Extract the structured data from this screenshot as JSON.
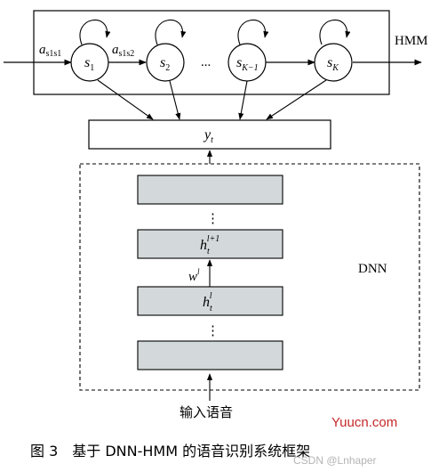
{
  "hmm": {
    "label": "HMM",
    "states": [
      {
        "base": "s",
        "sub": "1"
      },
      {
        "base": "s",
        "sub": "2"
      },
      {
        "base": "s",
        "sub": "K−1"
      },
      {
        "base": "s",
        "sub": "K"
      }
    ],
    "ellipsis": "...",
    "transitions": [
      {
        "base": "a",
        "sub": "s1s1"
      },
      {
        "base": "a",
        "sub": "s1s2"
      }
    ]
  },
  "output": {
    "base": "y",
    "sub": "t"
  },
  "dnn": {
    "label": "DNN",
    "layers": [
      {
        "base": "h",
        "sub": "t",
        "sup": "l+1"
      },
      {
        "base": "h",
        "sub": "t",
        "sup": "l"
      }
    ],
    "ellipsis_top": "⋮",
    "ellipsis_bottom": "⋮",
    "weight": {
      "base": "w",
      "sup": "l"
    }
  },
  "input_label": "输入语音",
  "caption": "图 3　基于 DNN-HMM 的语音识别系统框架",
  "watermarks": {
    "site": "Yuucn.com",
    "csdn": "CSDN @Lnhaper"
  },
  "colors": {
    "layer_fill": "#d3d9db",
    "stroke": "#000000",
    "watermark": "#c62828"
  }
}
